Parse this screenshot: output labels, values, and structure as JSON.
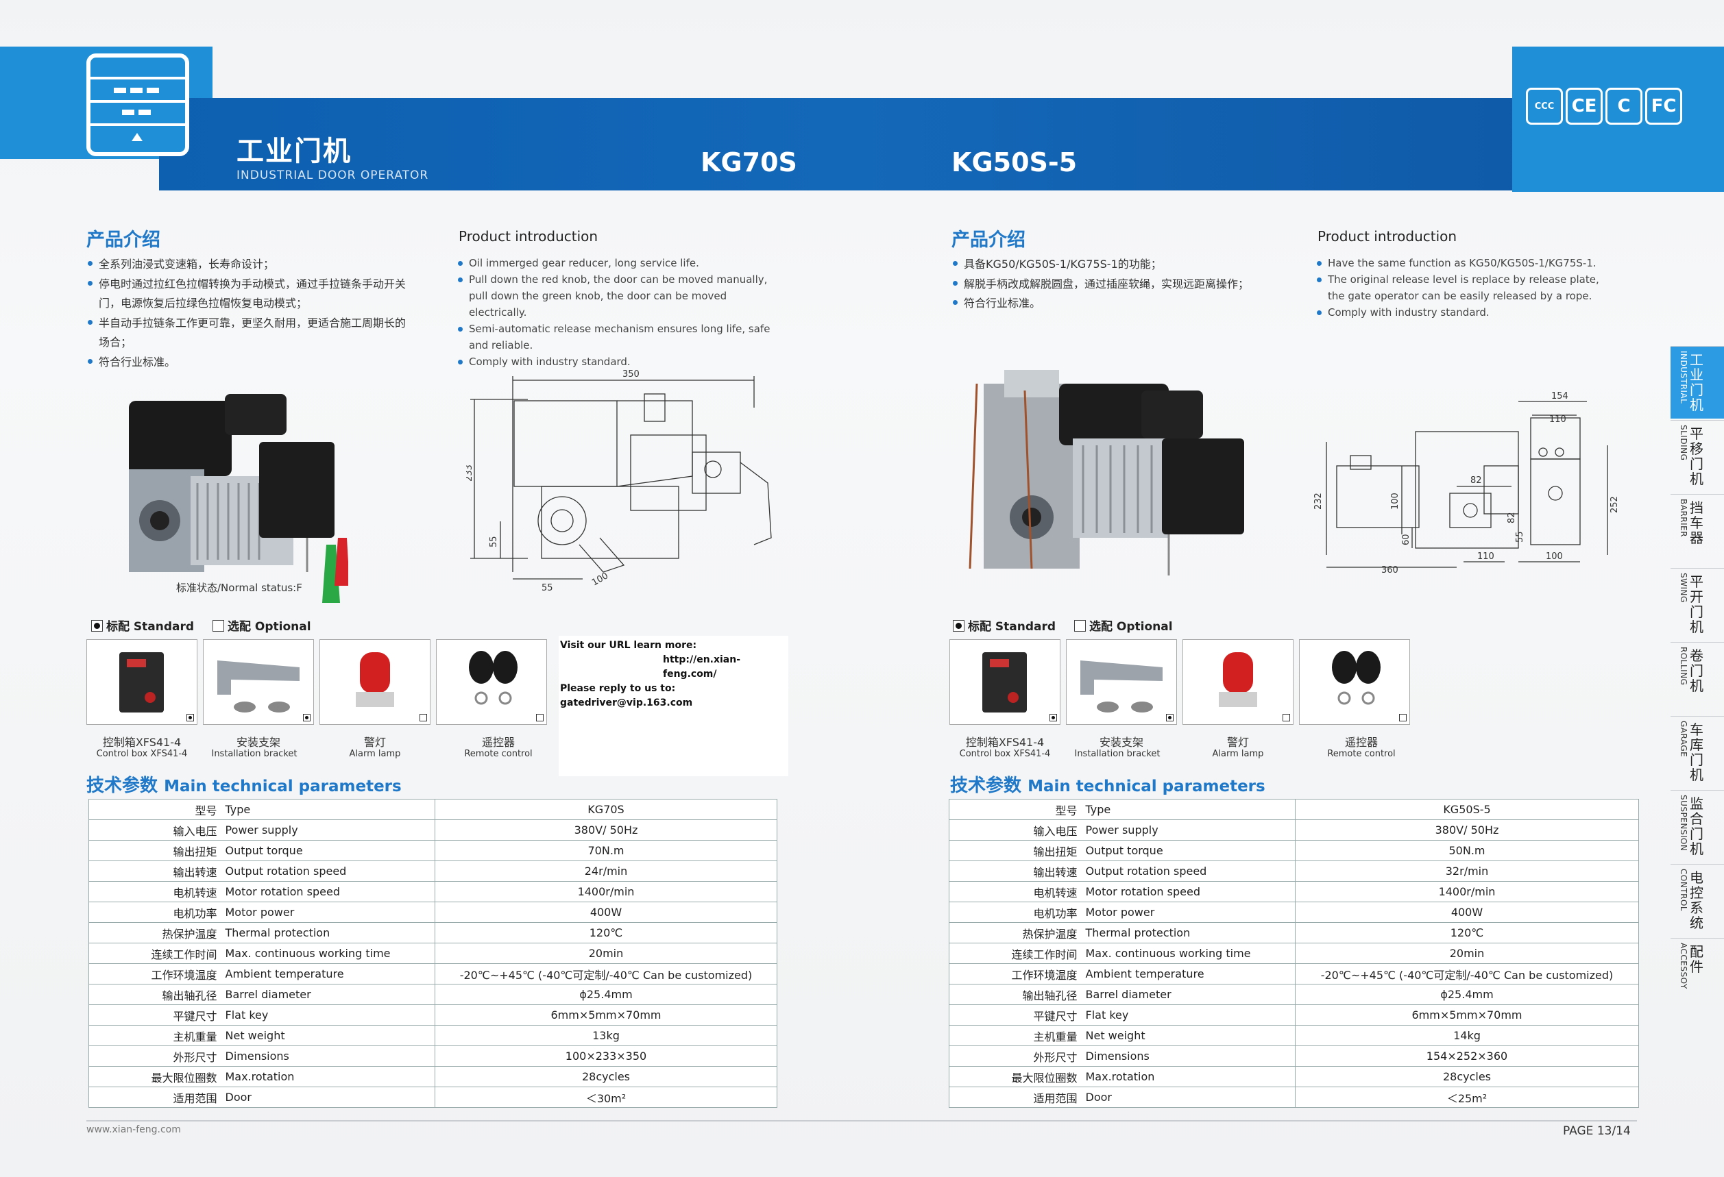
{
  "header": {
    "title_cn": "工业门机",
    "title_en": "INDUSTRIAL DOOR OPERATOR",
    "model_left": "KG70S",
    "model_right": "KG50S-5",
    "certs": [
      "CCC",
      "CE",
      "C",
      "FC"
    ]
  },
  "left": {
    "intro_cn_title": "产品介绍",
    "intro_cn": [
      "全系列油浸式变速箱，长寿命设计；",
      "停电时通过拉红色拉帽转换为手动模式，通过手拉链条手动开关门，电源恢复后拉绿色拉帽恢复电动模式；",
      "半自动手拉链条工作更可靠，更坚久耐用，更适合施工周期长的场合；",
      "符合行业标准。"
    ],
    "intro_en_title": "Product introduction",
    "intro_en": [
      "Oil immerged gear reducer, long service life.",
      "Pull down the red knob, the door can be moved manually, pull down the green knob, the door can be moved electrically.",
      "Semi-automatic release mechanism ensures long life, safe and reliable.",
      "Comply with industry standard."
    ],
    "normal_status": "标准状态/Normal status:F",
    "dims": {
      "width": "350",
      "height": "233",
      "h2": "55",
      "w2": "55",
      "w3": "100"
    }
  },
  "right": {
    "intro_cn_title": "产品介绍",
    "intro_cn": [
      "具备KG50/KG50S-1/KG75S-1的功能；",
      "解脱手柄改成解脱圆盘，通过插座软绳，实现远距离操作；",
      "符合行业标准。"
    ],
    "intro_en_title": "Product introduction",
    "intro_en": [
      "Have the same function as KG50/KG50S-1/KG75S-1.",
      "The original release level is replace by release plate, the gate operator can be easily released by a rope.",
      "Comply with industry standard."
    ],
    "dims": {
      "d154": "154",
      "d110": "110",
      "d232": "232",
      "d100": "100",
      "d82": "82",
      "d252": "252",
      "d60": "60",
      "d82b": "82",
      "d55": "55",
      "d110b": "110",
      "d100b": "100",
      "d360": "360"
    }
  },
  "accessories": {
    "standard": "标配 Standard",
    "optional": "选配 Optional",
    "items": [
      {
        "cn": "控制箱XFS41-4",
        "en": "Control box XFS41-4"
      },
      {
        "cn": "安装支架",
        "en": "Installation  bracket"
      },
      {
        "cn": "警灯",
        "en": "Alarm lamp"
      },
      {
        "cn": "遥控器",
        "en": "Remote control"
      }
    ]
  },
  "visit": {
    "line1": "Visit our URL learn more:",
    "line2": "http://en.xian-feng.com/",
    "line3": "Please reply to us to: gatedriver@vip.163.com"
  },
  "params_title_cn": "技术参数",
  "params_title_en": "Main technical parameters",
  "params_labels": [
    {
      "cn": "型号",
      "en": "Type"
    },
    {
      "cn": "输入电压",
      "en": "Power supply"
    },
    {
      "cn": "输出扭矩",
      "en": "Output torque"
    },
    {
      "cn": "输出转速",
      "en": "Output rotation speed"
    },
    {
      "cn": "电机转速",
      "en": "Motor rotation speed"
    },
    {
      "cn": "电机功率",
      "en": "Motor power"
    },
    {
      "cn": "热保护温度",
      "en": "Thermal protection"
    },
    {
      "cn": "连续工作时间",
      "en": "Max. continuous working time"
    },
    {
      "cn": "工作环境温度",
      "en": "Ambient temperature"
    },
    {
      "cn": "输出轴孔径",
      "en": "Barrel diameter"
    },
    {
      "cn": "平键尺寸",
      "en": "Flat key"
    },
    {
      "cn": "主机重量",
      "en": "Net weight"
    },
    {
      "cn": "外形尺寸",
      "en": "Dimensions"
    },
    {
      "cn": "最大限位圈数",
      "en": "Max.rotation"
    },
    {
      "cn": "适用范围",
      "en": "Door"
    }
  ],
  "params_left": [
    "KG70S",
    "380V/ 50Hz",
    "70N.m",
    "24r/min",
    "1400r/min",
    "400W",
    "120℃",
    "20min",
    "-20℃~+45℃ (-40℃可定制/-40℃ Can be customized)",
    "ϕ25.4mm",
    "6mm×5mm×70mm",
    "13kg",
    "100×233×350",
    "28cycles",
    "＜30m²"
  ],
  "params_right": [
    "KG50S-5",
    "380V/ 50Hz",
    "50N.m",
    "32r/min",
    "1400r/min",
    "400W",
    "120℃",
    "20min",
    "-20℃~+45℃ (-40℃可定制/-40℃ Can be customized)",
    "ϕ25.4mm",
    "6mm×5mm×70mm",
    "14kg",
    "154×252×360",
    "28cycles",
    "＜25m²"
  ],
  "sidebar": [
    {
      "cn": "工业门机",
      "en": "INDUSTRIAL",
      "active": true
    },
    {
      "cn": "平移门机",
      "en": "SLIDING",
      "active": false
    },
    {
      "cn": "挡车器",
      "en": "BARRIER",
      "active": false
    },
    {
      "cn": "平开门机",
      "en": "SWING",
      "active": false
    },
    {
      "cn": "卷门机",
      "en": "ROLLING",
      "active": false
    },
    {
      "cn": "车库门机",
      "en": "GARAGE",
      "active": false
    },
    {
      "cn": "监合门机",
      "en": "SUSPENSION",
      "active": false
    },
    {
      "cn": "电控系统",
      "en": "CONTROL",
      "active": false
    },
    {
      "cn": "配件",
      "en": "ACCESSOY",
      "active": false
    }
  ],
  "footer": {
    "url": "www.xian-feng.com",
    "page": "PAGE 13/14"
  }
}
